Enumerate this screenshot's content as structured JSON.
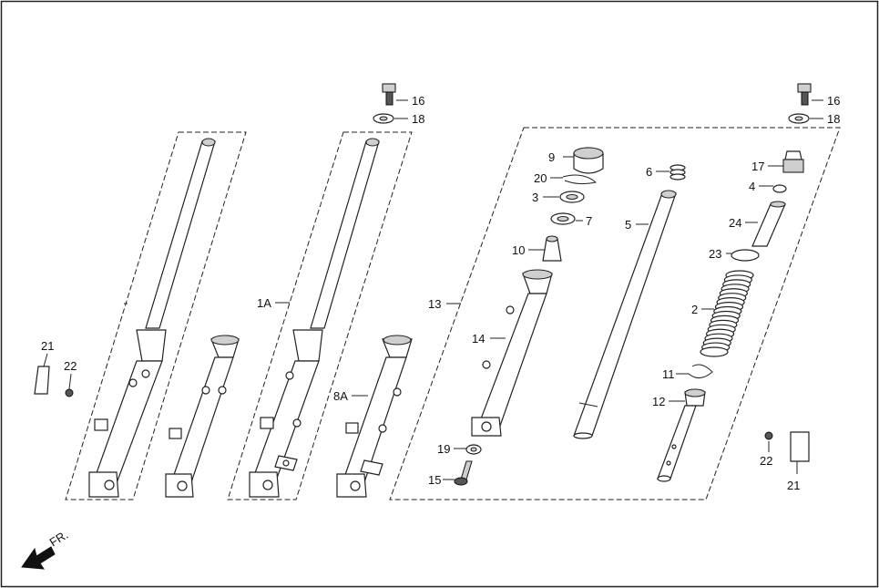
{
  "labels": {
    "p16a": "16",
    "p18a": "18",
    "p16b": "16",
    "p18b": "18",
    "p9": "9",
    "p20": "20",
    "p3": "3",
    "p7": "7",
    "p10": "10",
    "p6": "6",
    "p5": "5",
    "p17": "17",
    "p4": "4",
    "p24": "24",
    "p23": "23",
    "p2": "2",
    "p13": "13",
    "p14": "14",
    "p11": "11",
    "p12": "12",
    "p19": "19",
    "p15": "15",
    "p1A": "1A",
    "p8A": "8A",
    "p21a": "21",
    "p22a": "22",
    "p21b": "21",
    "p22b": "22"
  },
  "direction_label": "FR."
}
